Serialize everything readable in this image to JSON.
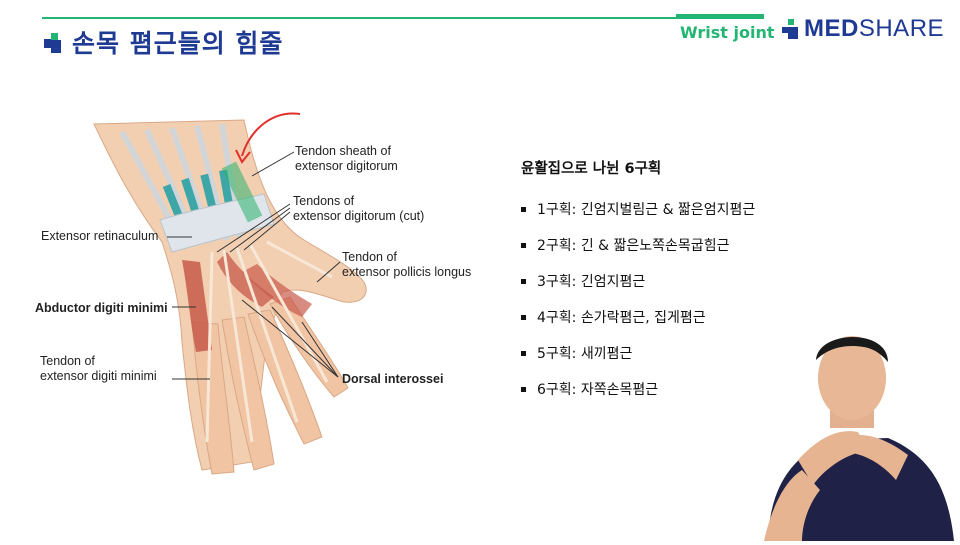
{
  "header": {
    "title": "손목 폄근들의 힘줄",
    "section_tag": "Wrist joint",
    "logo": {
      "bold": "MED",
      "regular": "SHARE"
    },
    "accent_color": "#22b573",
    "brand_color": "#1f3a93"
  },
  "figure": {
    "labels": {
      "tendon_sheath": "Tendon sheath of\nextensor digitorum",
      "tendons_cut": "Tendons of\nextensor digitorum (cut)",
      "retinaculum": "Extensor retinaculum",
      "pollicis_longus": "Tendon of\nextensor pollicis longus",
      "abductor": "Abductor digiti minimi",
      "digiti_minimi": "Tendon of\nextensor digiti minimi",
      "interossei": "Dorsal interossei"
    }
  },
  "content": {
    "heading": "윤활집으로 나뉜 6구획",
    "items": [
      "1구획: 긴엄지벌림근 & 짧은엄지폄근",
      "2구획: 긴 & 짧은노쪽손목굽힘근",
      "3구획: 긴엄지폄근",
      "4구획: 손가락폄근, 집게폄근",
      "5구획: 새끼폄근",
      "6구획: 자쪽손목폄근"
    ]
  }
}
